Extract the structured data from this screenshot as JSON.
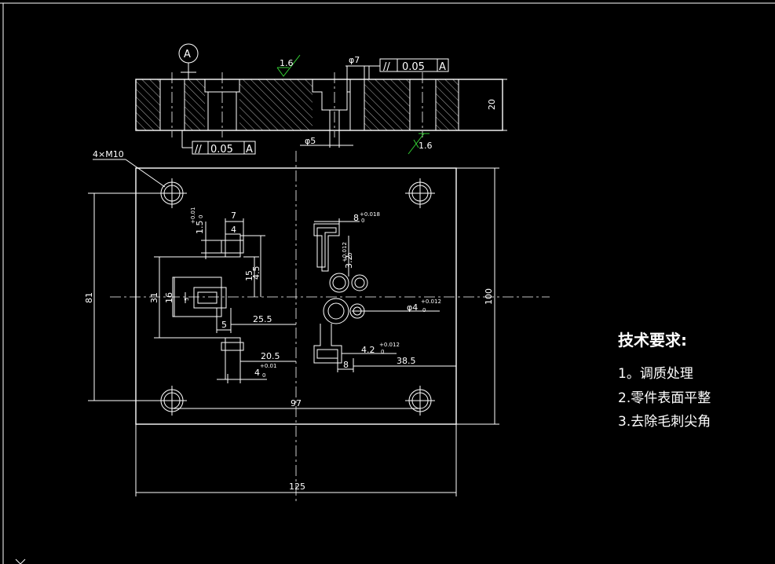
{
  "datum_label": "A",
  "roughness_top": "1.6",
  "roughness_bottom": "1.6",
  "dia7": "φ7",
  "dia5": "φ5",
  "fcf_top": {
    "symbol": "//",
    "value": "0.05",
    "datum": "A"
  },
  "fcf_bottom": {
    "symbol": "//",
    "value": "0.05",
    "datum": "A"
  },
  "dim_thickness": "20",
  "hole_callout": "4×M10",
  "dims": {
    "d81": "81",
    "d31": "31",
    "d16": "16",
    "d5v": "5",
    "d7": "7",
    "d4a": "4",
    "d15tol_main": "1.5",
    "d15tol_up": "+0.01",
    "d15tol_low": "0",
    "d15": "15",
    "d45": "4.5",
    "d5h": "5",
    "d255": "25.5",
    "d205": "20.5",
    "d4b_main": "4",
    "d4b_up": "+0.01",
    "d4b_low": "0",
    "d8tol_main": "8",
    "d8tol_up": "+0.018",
    "d8tol_low": "0",
    "d32_main": "3.2",
    "d32_up": "+0.012",
    "d32_low": "0",
    "dphi4_main": "φ4",
    "dphi4_up": "+0.012",
    "dphi4_low": "0",
    "d42_main": "4.2",
    "d42_up": "+0.012",
    "d42_low": "0",
    "d8": "8",
    "d385": "38.5",
    "d97": "97",
    "d100": "100",
    "d125": "125"
  },
  "tech": {
    "title": "技术要求:",
    "items": [
      "1。调质处理",
      "2.零件表面平整",
      "3.去除毛刺尖角"
    ]
  }
}
